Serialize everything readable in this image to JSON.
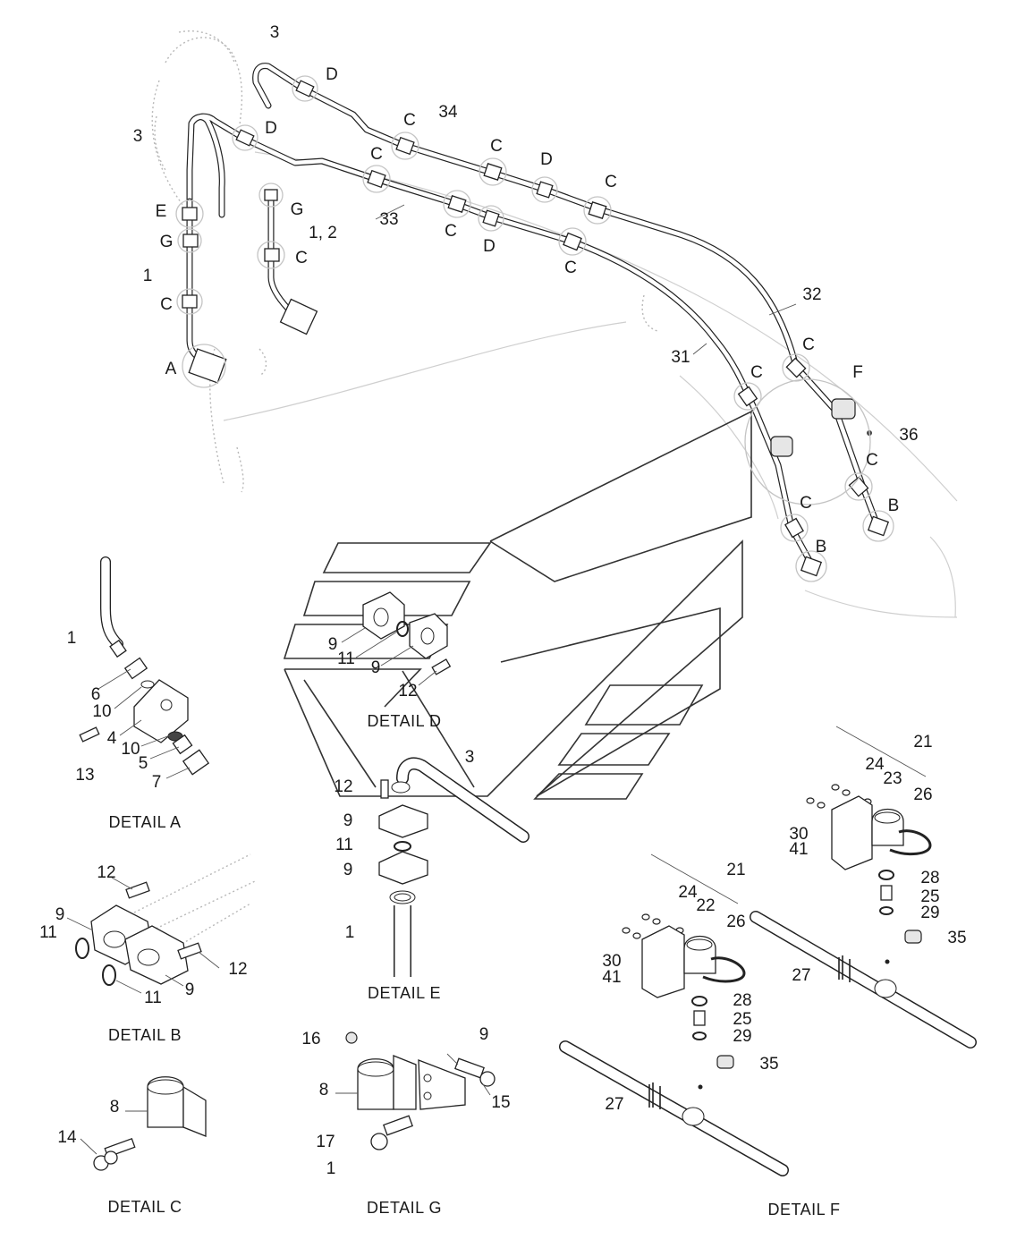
{
  "callouts": {
    "n3a": "3",
    "d1": "D",
    "n3b": "3",
    "d2": "D",
    "c1": "C",
    "n34": "34",
    "c2": "C",
    "c3": "C",
    "d3": "D",
    "c4": "C",
    "e1": "E",
    "g1": "G",
    "g2": "G",
    "n33": "33",
    "c5": "C",
    "d4": "D",
    "n12": "1, 2",
    "c6": "C",
    "c7": "C",
    "n1": "1",
    "c8": "C",
    "n32": "32",
    "a1": "A",
    "c9": "C",
    "f1": "F",
    "n31": "31",
    "c10": "C",
    "n36": "36",
    "c11": "C",
    "b1": "B",
    "c12": "C",
    "b2": "B"
  },
  "detail_a": {
    "caption": "DETAIL  A",
    "labels": {
      "p1": "1",
      "p6": "6",
      "p10a": "10",
      "p4": "4",
      "p10b": "10",
      "p5": "5",
      "p13": "13",
      "p7": "7"
    }
  },
  "detail_d": {
    "caption": "DETAIL  D",
    "labels": {
      "p9a": "9",
      "p11": "11",
      "p9b": "9",
      "p12": "12"
    }
  },
  "detail_e": {
    "caption": "DETAIL  E",
    "labels": {
      "p3": "3",
      "p12": "12",
      "p9a": "9",
      "p11": "11",
      "p9b": "9",
      "p1": "1"
    }
  },
  "detail_b": {
    "caption": "DETAIL  B",
    "labels": {
      "p12a": "12",
      "p9a": "9",
      "p11a": "11",
      "p12b": "12",
      "p9b": "9",
      "p11b": "11"
    }
  },
  "detail_c": {
    "caption": "DETAIL  C",
    "labels": {
      "p8": "8",
      "p14": "14"
    }
  },
  "detail_g": {
    "caption": "DETAIL  G",
    "labels": {
      "p16": "16",
      "p9": "9",
      "p8": "8",
      "p15": "15",
      "p17": "17",
      "p1": "1"
    }
  },
  "detail_f": {
    "caption": "DETAIL  F",
    "labels": {
      "p21a": "21",
      "p24a": "24",
      "p23": "23",
      "p26a": "26",
      "p30a": "30",
      "p41a": "41",
      "p28a": "28",
      "p25a": "25",
      "p29a": "29",
      "p35a": "35",
      "p21b": "21",
      "p24b": "24",
      "p22": "22",
      "p26b": "26",
      "p27a": "27",
      "p30b": "30",
      "p41b": "41",
      "p28b": "28",
      "p25b": "25",
      "p29b": "29",
      "p35b": "35",
      "p27b": "27"
    }
  }
}
